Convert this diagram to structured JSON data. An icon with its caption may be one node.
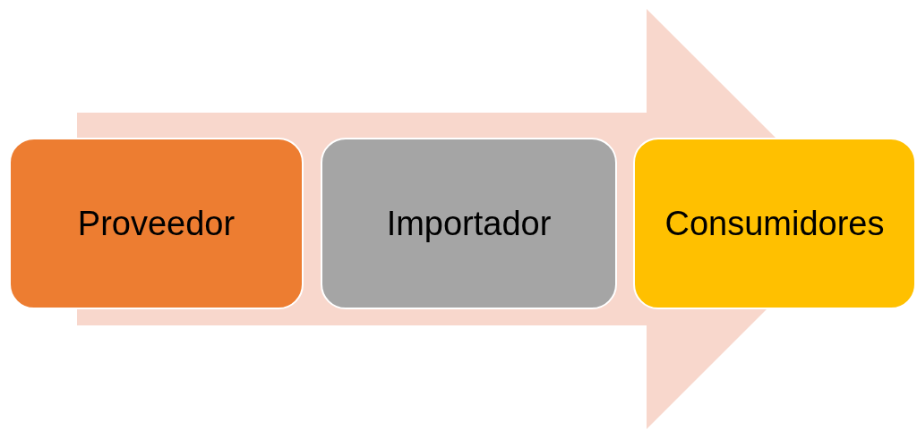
{
  "diagram": {
    "nodes": [
      {
        "text": [
          "Proveedor"
        ]
      },
      {
        "text": [
          "Importador"
        ]
      },
      {
        "text": [
          "Consumidores"
        ]
      }
    ],
    "edges": [
      {
        "from": 0,
        "to": 2,
        "arrow": "to"
      }
    ]
  }
}
